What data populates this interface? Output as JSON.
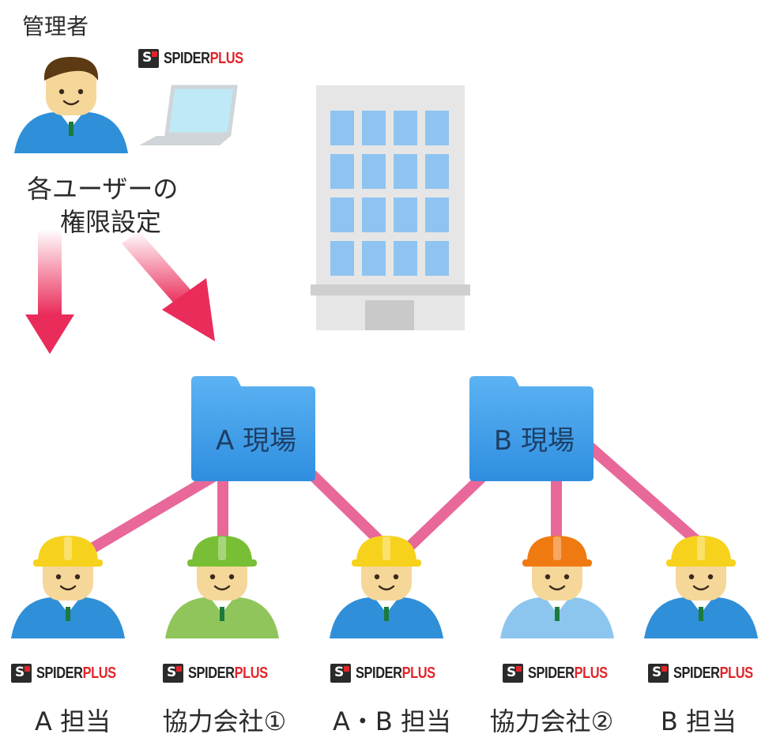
{
  "admin": {
    "title": "管理者"
  },
  "brand": {
    "word_dark": "SPIDER",
    "word_red": "PLUS",
    "mark": "S"
  },
  "settings_label": {
    "line1": "各ユーザーの",
    "line2": "権限設定"
  },
  "sites": [
    {
      "label": "A 現場"
    },
    {
      "label": "B 現場"
    }
  ],
  "workers": [
    {
      "label": "A 担当",
      "helmet_color": "#f6d21c",
      "shirt_color": "#2f8fd8"
    },
    {
      "label": "協力会社①",
      "helmet_color": "#78bf35",
      "shirt_color": "#8fc55a"
    },
    {
      "label": "A・B 担当",
      "helmet_color": "#f6d21c",
      "shirt_color": "#2f8fd8"
    },
    {
      "label": "協力会社②",
      "helmet_color": "#f07a12",
      "shirt_color": "#8cc6ee"
    },
    {
      "label": "B 担当",
      "helmet_color": "#f6d21c",
      "shirt_color": "#2f8fd8"
    }
  ],
  "colors": {
    "connector": "#e8689a",
    "arrow": "#ea2c5a",
    "folder": "#4aa3ee",
    "building": "#e6e6e6",
    "window": "#8fc4f0"
  }
}
